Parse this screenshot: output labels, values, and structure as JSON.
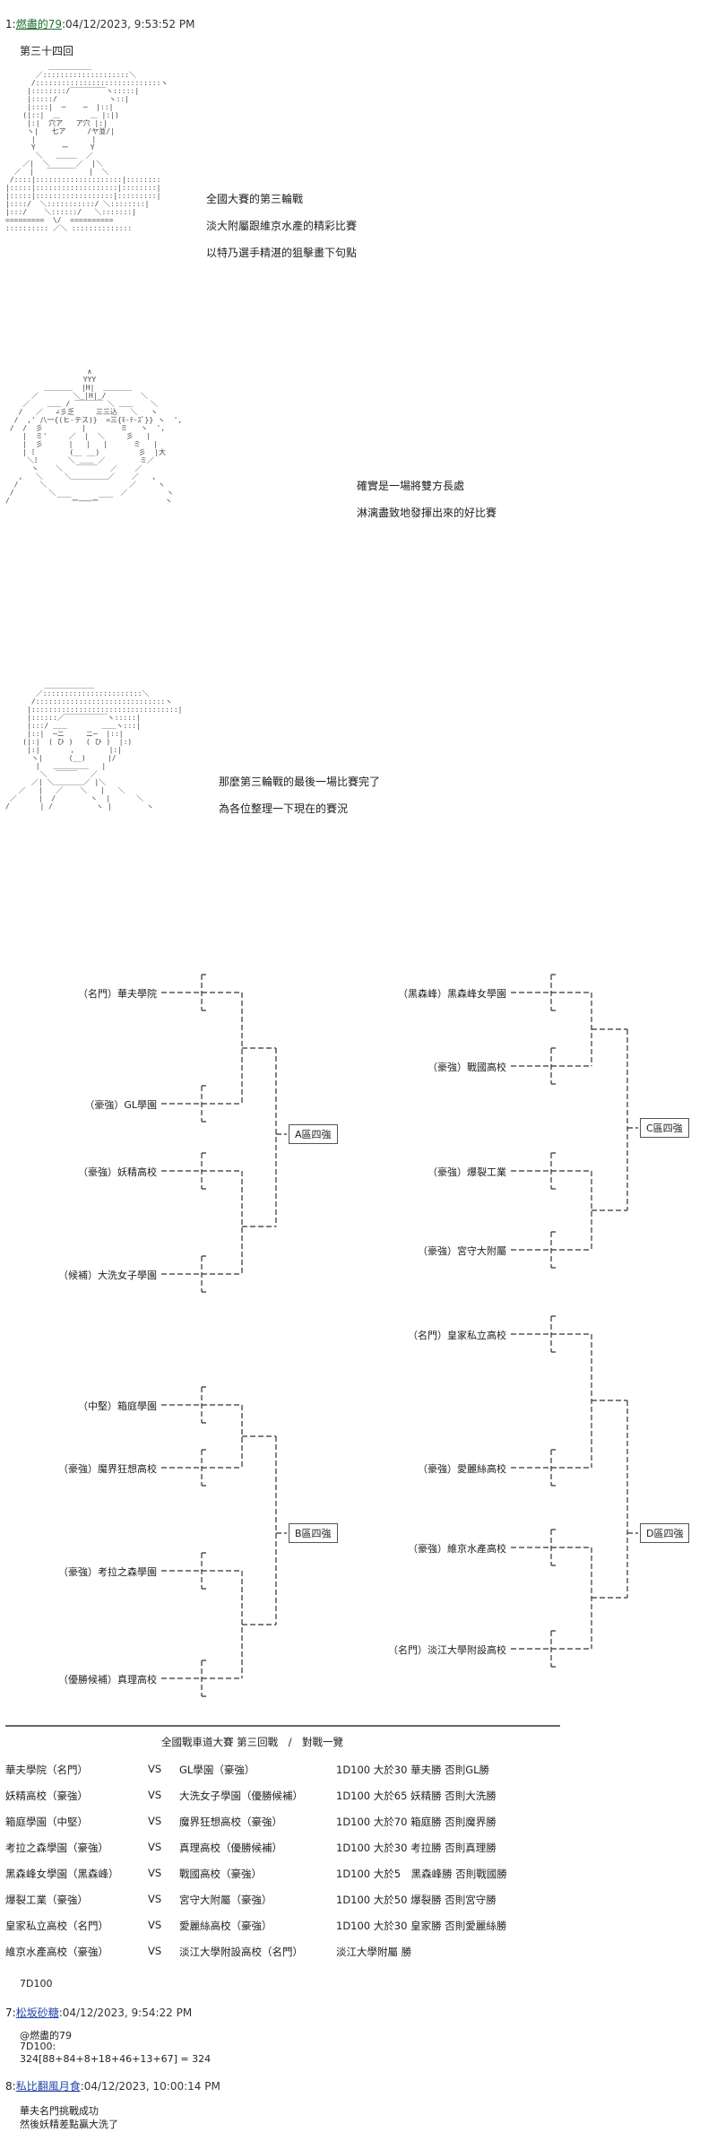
{
  "posts": [
    {
      "num": "1:",
      "name": "燃盡的79",
      "date": ":04/12/2023, 9:53:52 PM"
    },
    {
      "num": "7:",
      "name": "松坂砂糖",
      "date": ":04/12/2023, 9:54:22 PM"
    },
    {
      "num": "8:",
      "name": "私比翻風月食",
      "date": ":04/12/2023, 10:00:14 PM"
    }
  ],
  "chapter": "第三十四回",
  "scene1": [
    "全國大賽的第三輪戰",
    "淡大附屬跟維京水產的精彩比賽",
    "以特乃選手精湛的狙擊畫下句點"
  ],
  "scene2": [
    "確實是一場將雙方長處",
    "淋漓盡致地發揮出來的好比賽"
  ],
  "scene3": [
    "那麼第三輪戰的最後一場比賽完了",
    "為各位整理一下現在的賽況"
  ],
  "bracket": {
    "A": {
      "label": "A區四強",
      "teams": [
        "（名門）華夫學院",
        "（豪強）GL學園",
        "（豪強）妖精高校",
        "（候補）大洗女子學園"
      ]
    },
    "B": {
      "label": "B區四強",
      "teams": [
        "（中堅）箱庭學園",
        "（豪強）魔界狂想高校",
        "（豪強）考拉之森學園",
        "（優勝候補）真理高校"
      ]
    },
    "C": {
      "label": "C區四強",
      "teams": [
        "（黑森峰）黑森峰女學園",
        "（豪強）戰國高校",
        "（豪強）爆裂工業",
        "（豪強）宮守大附屬"
      ]
    },
    "D": {
      "label": "D區四強",
      "teams": [
        "（名門）皇家私立高校",
        "（豪強）愛麗絲高校",
        "（豪強）維京水產高校",
        "（名門）淡江大學附設高校"
      ]
    }
  },
  "table": {
    "title": "全國戰車道大賽 第三回戰　/　對戰一覽",
    "vs": "VS",
    "rows": [
      {
        "a": "華夫學院（名門）",
        "b": "GL學園（豪強）",
        "r": "1D100 大於30 華夫勝 否則GL勝"
      },
      {
        "a": "妖精高校（豪強）",
        "b": "大洗女子學園（優勝候補）",
        "r": "1D100 大於65 妖精勝 否則大洗勝"
      },
      {
        "a": "箱庭學園（中堅）",
        "b": "魔界狂想高校（豪強）",
        "r": "1D100 大於70 箱庭勝 否則魔界勝"
      },
      {
        "a": "考拉之森學園（豪強）",
        "b": "真理高校（優勝候補）",
        "r": "1D100 大於30 考拉勝 否則真理勝"
      },
      {
        "a": "黑森峰女學園（黑森峰）",
        "b": "戰國高校（豪強）",
        "r": "1D100 大於5　黑森峰勝 否則戰國勝"
      },
      {
        "a": "爆裂工業（豪強）",
        "b": "宮守大附屬（豪強）",
        "r": "1D100 大於50 爆裂勝 否則宮守勝"
      },
      {
        "a": "皇家私立高校（名門）",
        "b": "愛麗絲高校（豪強）",
        "r": "1D100 大於30 皇家勝 否則愛麗絲勝"
      },
      {
        "a": "維京水產高校（豪強）",
        "b": "淡江大學附設高校（名門）",
        "r": "淡江大學附屬 勝"
      }
    ]
  },
  "dice": "7D100",
  "reply7": [
    "@燃盡的79",
    "7D100:",
    "324[88+84+8+18+46+13+67] = 324"
  ],
  "reply8": [
    "華夫名門挑戰成功",
    "然後妖精差點贏大洗了"
  ]
}
